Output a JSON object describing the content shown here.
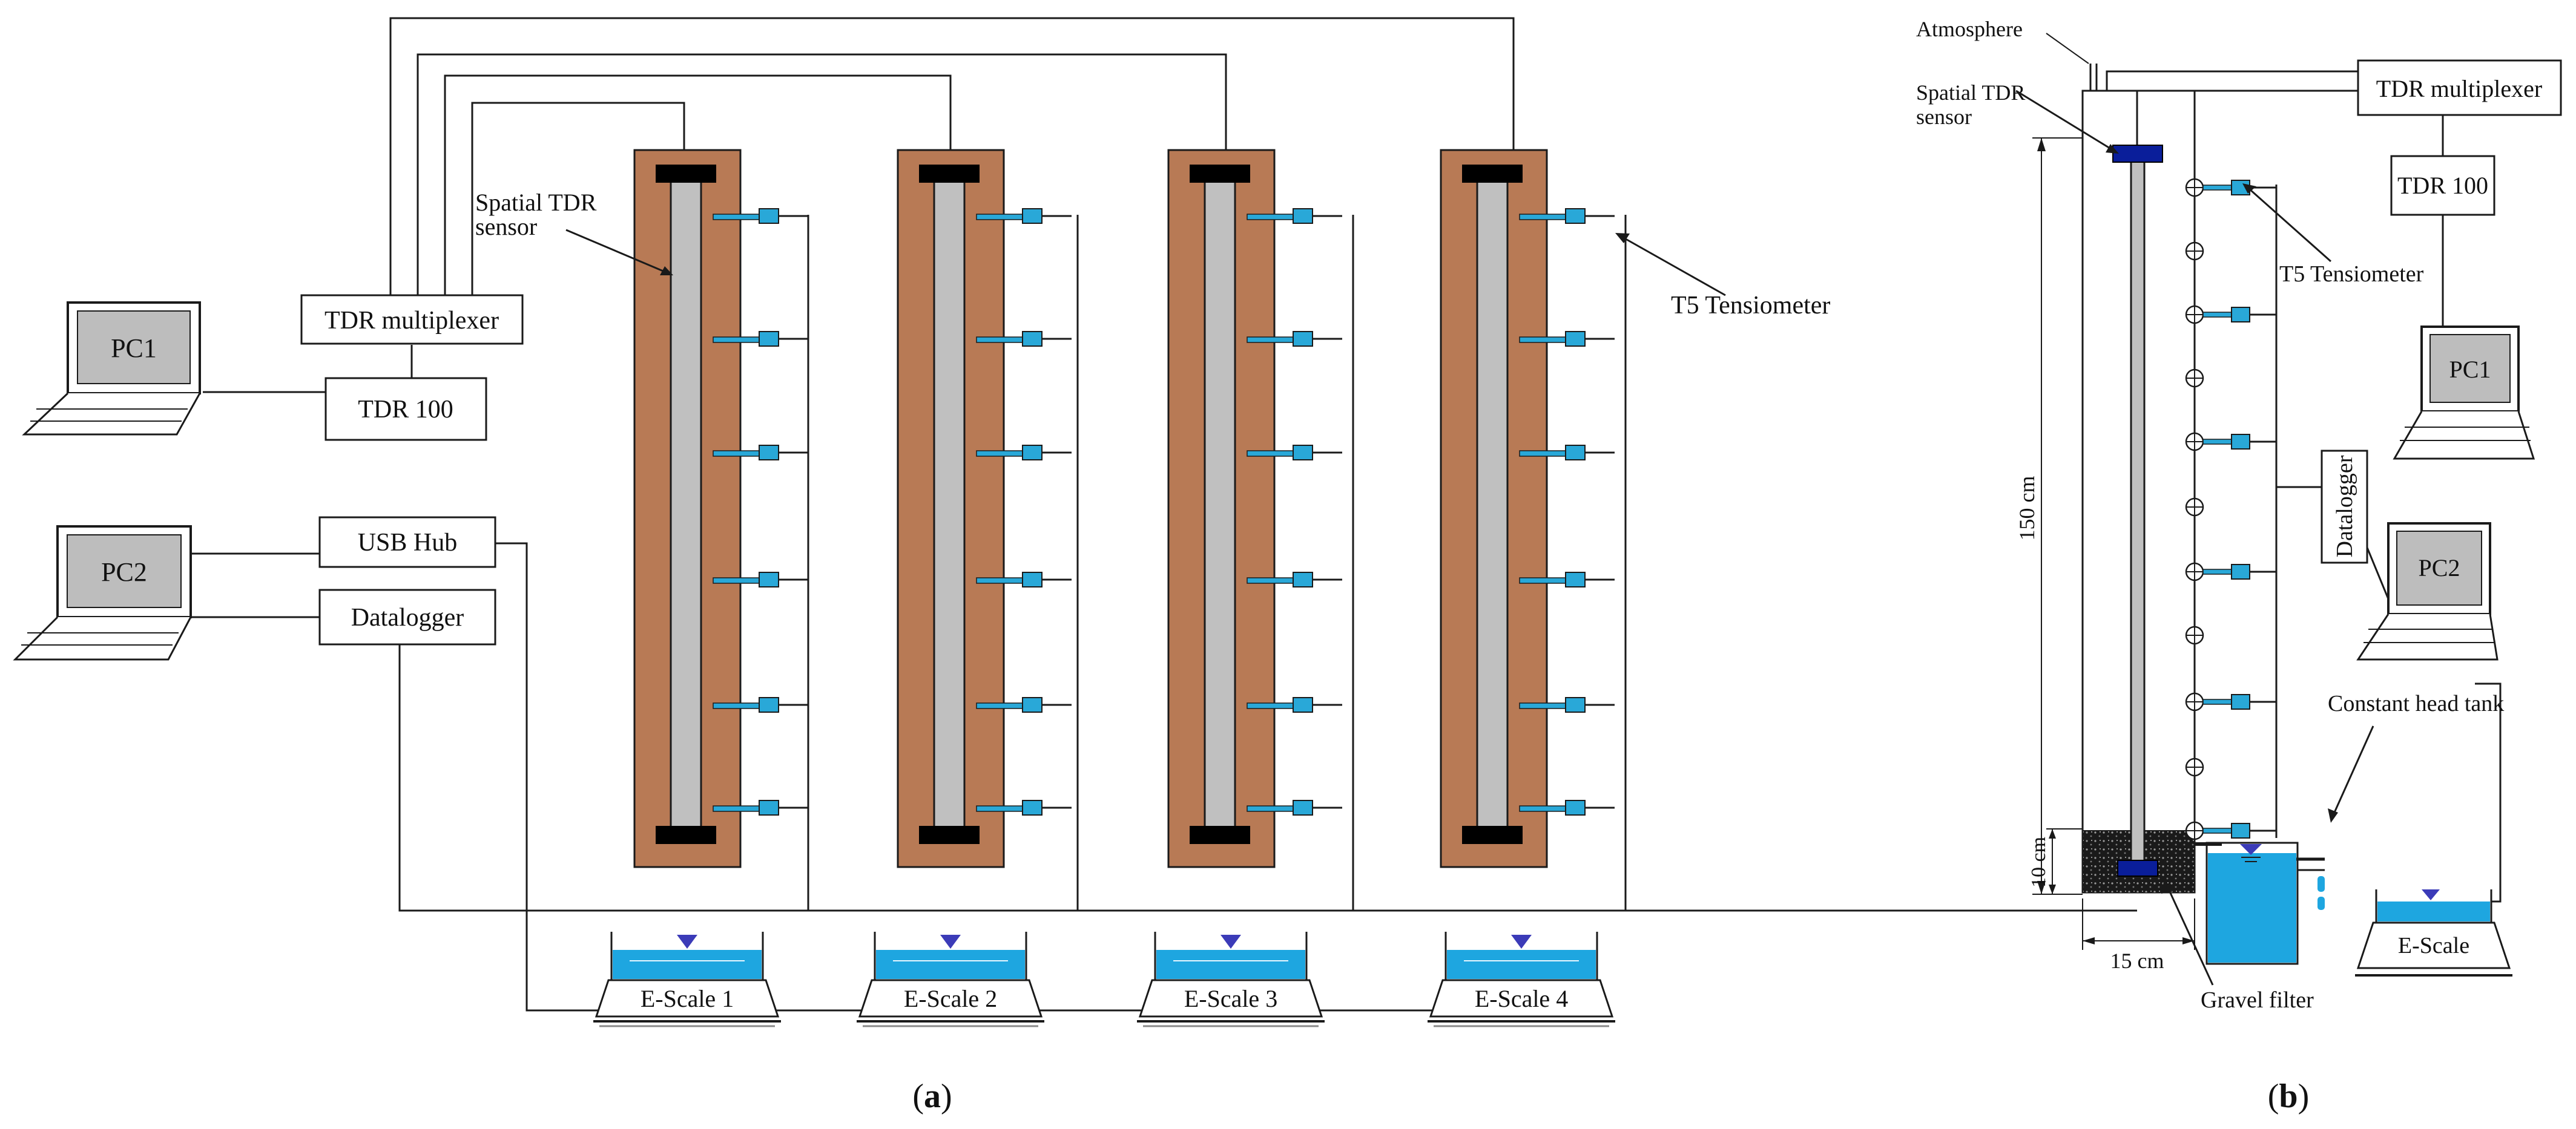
{
  "labels": {
    "panel_a": "a",
    "panel_b": "b",
    "tdr_multiplexer": "TDR multiplexer",
    "tdr_100": "TDR 100",
    "pc1": "PC1",
    "pc2": "PC2",
    "usb_hub": "USB Hub",
    "datalogger": "Datalogger",
    "spatial_tdr_sensor_line1": "Spatial TDR",
    "spatial_tdr_sensor_line2": "sensor",
    "t5_tensiometer": "T5 Tensiometer",
    "escales": [
      "E-Scale 1",
      "E-Scale 2",
      "E-Scale 3",
      "E-Scale 4"
    ],
    "atmosphere": "Atmosphere",
    "dim_height": "150 cm",
    "dim_gravel": "10 cm",
    "dim_width": "15 cm",
    "constant_head_tank": "Constant head tank",
    "gravel_filter": "Gravel filter",
    "escale": "E-Scale"
  },
  "colors": {
    "soil": "#B87A55",
    "rod": "#C0C0C0",
    "probe": "#29A8D8",
    "water": "#1EA6E0",
    "cap_b": "#0A1E9A",
    "marker": "#3B3BB8",
    "line": "#1a1a1a"
  }
}
